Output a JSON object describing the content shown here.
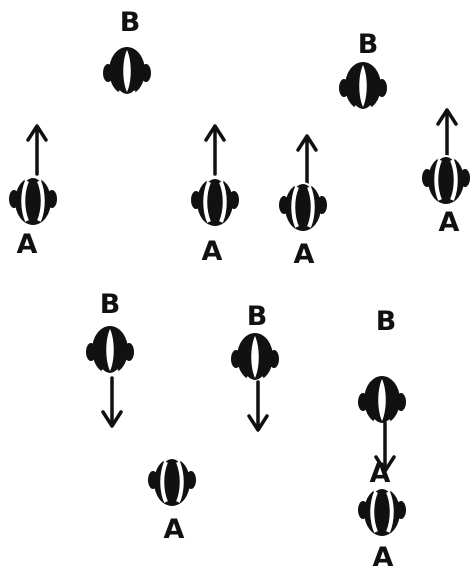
{
  "labels": {
    "a": "A",
    "b": "B"
  },
  "colors": {
    "ink": "#111111",
    "paper": "#ffffff"
  },
  "figures": [
    {
      "id": "head-b-1",
      "label_key": "b",
      "facing": "down",
      "arrow": "none"
    },
    {
      "id": "head-b-2",
      "label_key": "b",
      "facing": "down",
      "arrow": "none"
    },
    {
      "id": "head-a-1",
      "label_key": "a",
      "facing": "up",
      "arrow": "up"
    },
    {
      "id": "head-a-2",
      "label_key": "a",
      "facing": "up",
      "arrow": "up"
    },
    {
      "id": "head-a-3",
      "label_key": "a",
      "facing": "up",
      "arrow": "up"
    },
    {
      "id": "head-a-4",
      "label_key": "a",
      "facing": "up",
      "arrow": "up"
    },
    {
      "id": "head-b-3",
      "label_key": "b",
      "facing": "down",
      "arrow": "down"
    },
    {
      "id": "head-b-4",
      "label_key": "b",
      "facing": "down",
      "arrow": "down"
    },
    {
      "id": "head-a-5",
      "label_key": "a",
      "facing": "up",
      "arrow": "none"
    },
    {
      "id": "head-b-5",
      "label_key": "b",
      "facing": "down",
      "arrow": "down"
    },
    {
      "id": "head-a-6",
      "label_key": "a",
      "facing": "up",
      "arrow": "none"
    }
  ]
}
